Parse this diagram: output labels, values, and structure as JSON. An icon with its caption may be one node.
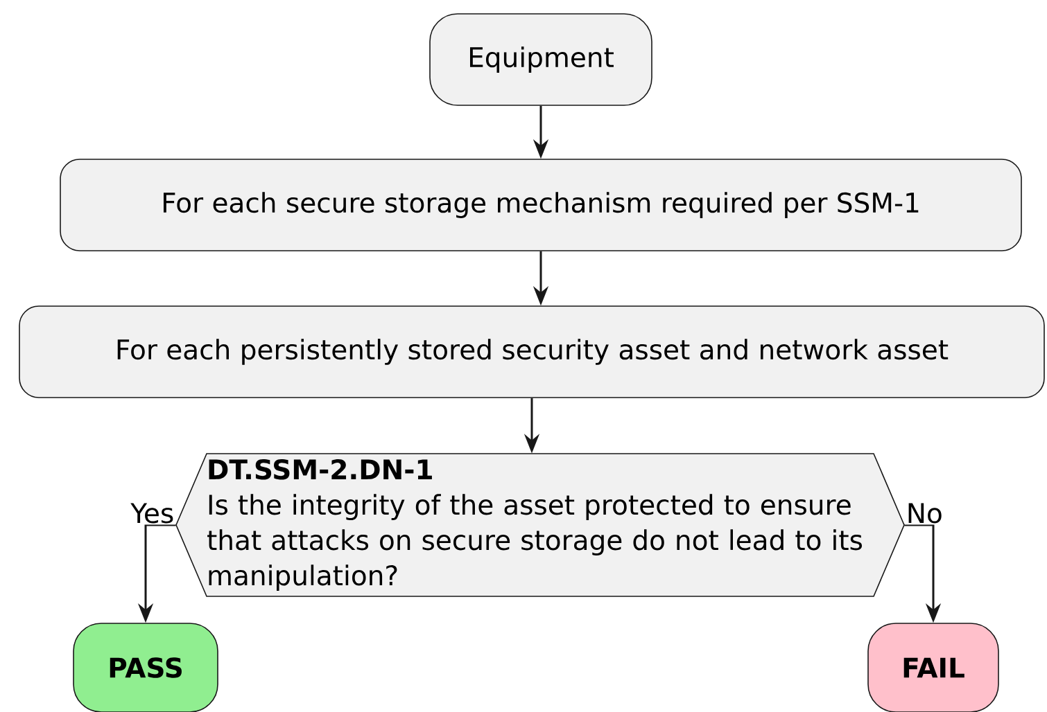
{
  "diagram": {
    "nodes": [
      {
        "text": [
          "Equipment"
        ]
      },
      {
        "text": [
          "For each secure storage mechanism required per SSM-1"
        ]
      },
      {
        "text": [
          "For each persistently stored security asset and network asset"
        ]
      },
      {
        "text": [
          "DT.SSM-2.DN-1",
          "Is the integrity of the asset protected to ensure that attacks on secure storage do not lead to its manipulation?"
        ]
      },
      {
        "text": [
          "PASS"
        ]
      },
      {
        "text": [
          "FAIL"
        ]
      }
    ],
    "edges": [
      {
        "from": 0,
        "to": 1,
        "arrow": "to"
      },
      {
        "from": 1,
        "to": 2,
        "arrow": "to"
      },
      {
        "from": 2,
        "to": 3,
        "arrow": "to"
      },
      {
        "from": 3,
        "to": 4,
        "arrow": "to",
        "label": "Yes"
      },
      {
        "from": 3,
        "to": 5,
        "arrow": "to",
        "label": "No"
      }
    ]
  }
}
